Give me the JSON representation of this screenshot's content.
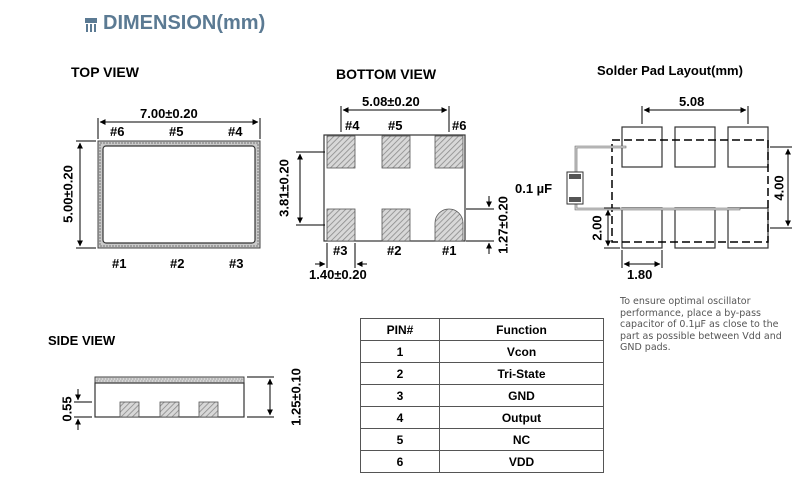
{
  "header": {
    "title": "DIMENSION(mm)",
    "icon": "chip-icon",
    "color": "#5b7a93"
  },
  "top_view": {
    "title": "TOP VIEW",
    "width_dim": "7.00±0.20",
    "height_dim": "5.00±0.20",
    "top_pins": [
      "#6",
      "#5",
      "#4"
    ],
    "bottom_pins": [
      "#1",
      "#2",
      "#3"
    ]
  },
  "bottom_view": {
    "title": "BOTTOM VIEW",
    "pitch_dim": "5.08±0.20",
    "row_spacing_dim": "3.81±0.20",
    "pad_height_dim": "1.27±0.20",
    "pad_width_dim": "1.40±0.20",
    "top_pins": [
      "#4",
      "#5",
      "#6"
    ],
    "bottom_pins": [
      "#3",
      "#2",
      "#1"
    ]
  },
  "solder_pad": {
    "title": "Solder Pad Layout(mm)",
    "pitch_dim": "5.08",
    "height_dim": "4.00",
    "pad_height_dim": "2.00",
    "pad_width_dim": "1.80",
    "capacitor_label": "0.1 µF",
    "note": "To ensure optimal oscillator performance, place a by-pass capacitor of 0.1µF as close to the part as possible between Vdd and GND pads."
  },
  "side_view": {
    "title": "SIDE VIEW",
    "pad_thickness_dim": "0.55",
    "height_dim": "1.25±0.10"
  },
  "pin_table": {
    "headers": [
      "PIN#",
      "Function"
    ],
    "rows": [
      [
        "1",
        "Vcon"
      ],
      [
        "2",
        "Tri-State"
      ],
      [
        "3",
        "GND"
      ],
      [
        "4",
        "Output"
      ],
      [
        "5",
        "NC"
      ],
      [
        "6",
        "VDD"
      ]
    ]
  }
}
